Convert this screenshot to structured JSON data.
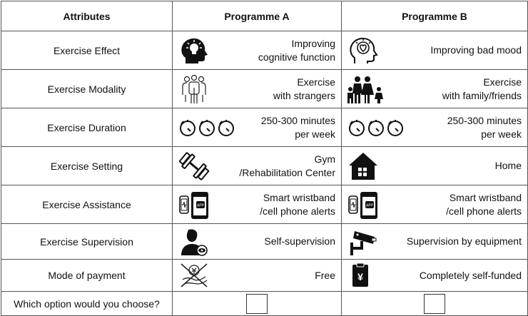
{
  "headers": {
    "attributes": "Attributes",
    "programme_a": "Programme A",
    "programme_b": "Programme B"
  },
  "rows": [
    {
      "attribute": "Exercise Effect",
      "a_text": "Improving\ncognitive function",
      "a_icon": "head-lightbulb-icon",
      "b_text": "Improving bad mood",
      "b_icon": "head-heart-icon"
    },
    {
      "attribute": "Exercise Modality",
      "a_text": "Exercise\nwith strangers",
      "a_icon": "group-people-icon",
      "b_text": "Exercise\nwith family/friends",
      "b_icon": "family-icon"
    },
    {
      "attribute": "Exercise Duration",
      "a_text": "250-300 minutes\nper week",
      "a_icon": "stopwatch-icon",
      "b_text": "250-300 minutes\nper week",
      "b_icon": "stopwatch-icon"
    },
    {
      "attribute": "Exercise Setting",
      "a_text": "Gym\n/Rehabilitation Center",
      "a_icon": "dumbbell-icon",
      "b_text": "Home",
      "b_icon": "house-icon"
    },
    {
      "attribute": "Exercise Assistance",
      "a_text": "Smart wristband\n/cell phone alerts",
      "a_icon": "wristband-phone-icon",
      "b_text": "Smart wristband\n/cell phone alerts",
      "b_icon": "wristband-phone-icon"
    },
    {
      "attribute": "Exercise Supervision",
      "a_text": "Self-supervision",
      "a_icon": "person-eye-icon",
      "b_text": "Supervision by equipment",
      "b_icon": "security-camera-icon"
    },
    {
      "attribute": "Mode of payment",
      "a_text": "Free",
      "a_icon": "no-payment-icon",
      "b_text": "Completely self-funded",
      "b_icon": "yuan-receipt-icon"
    }
  ],
  "question": "Which option would you choose?",
  "app_label": "APP",
  "currency_symbol": "¥"
}
